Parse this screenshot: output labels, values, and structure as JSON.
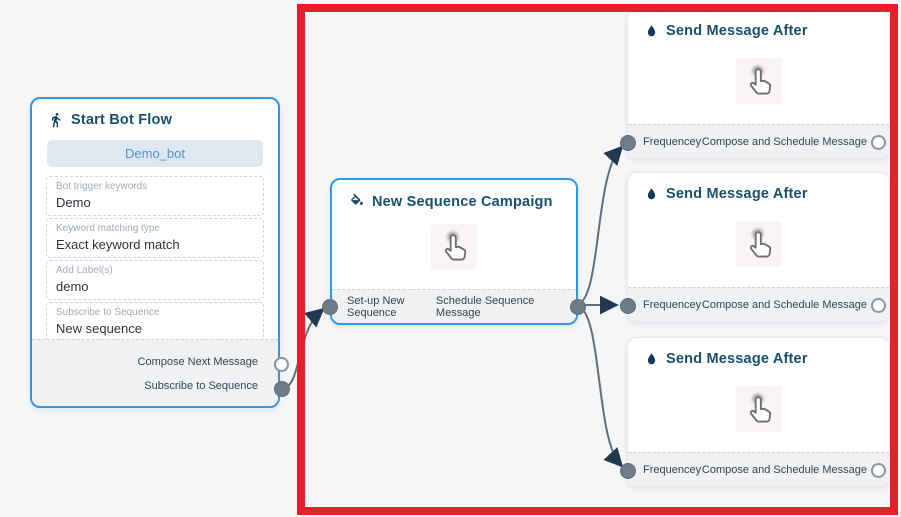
{
  "nodes": {
    "start": {
      "title": "Start Bot Flow",
      "bot_name": "Demo_bot",
      "fields": [
        {
          "label": "Bot trigger keywords",
          "value": "Demo"
        },
        {
          "label": "Keyword matching type",
          "value": "Exact keyword match"
        },
        {
          "label": "Add Label(s)",
          "value": "demo"
        },
        {
          "label": "Subscribe to Sequence",
          "value": "New sequence"
        }
      ],
      "outputs": [
        {
          "label": "Compose Next Message"
        },
        {
          "label": "Subscribe to Sequence"
        }
      ]
    },
    "sequence": {
      "title": "New Sequence Campaign",
      "ports": {
        "left": "Set-up New Sequence",
        "right": "Schedule Sequence Message"
      }
    },
    "send1": {
      "title": "Send Message After",
      "ports": {
        "left": "Frequencey",
        "right": "Compose and Schedule Message"
      }
    },
    "send2": {
      "title": "Send Message After",
      "ports": {
        "left": "Frequencey",
        "right": "Compose and Schedule Message"
      }
    },
    "send3": {
      "title": "Send Message After",
      "ports": {
        "left": "Frequencey",
        "right": "Compose and Schedule Message"
      }
    }
  },
  "colors": {
    "canvas_background": "#f5f6f8",
    "node_border_blue": "#2f97e8",
    "node_title": "#17506e",
    "connector": "#5f6e7d",
    "arrowhead": "#1f3a50",
    "port_fill": "#6e7b89",
    "bot_pill_bg": "#dee8f0",
    "bot_pill_text": "#4b95d6",
    "annotation_red": "#e81f2a"
  }
}
